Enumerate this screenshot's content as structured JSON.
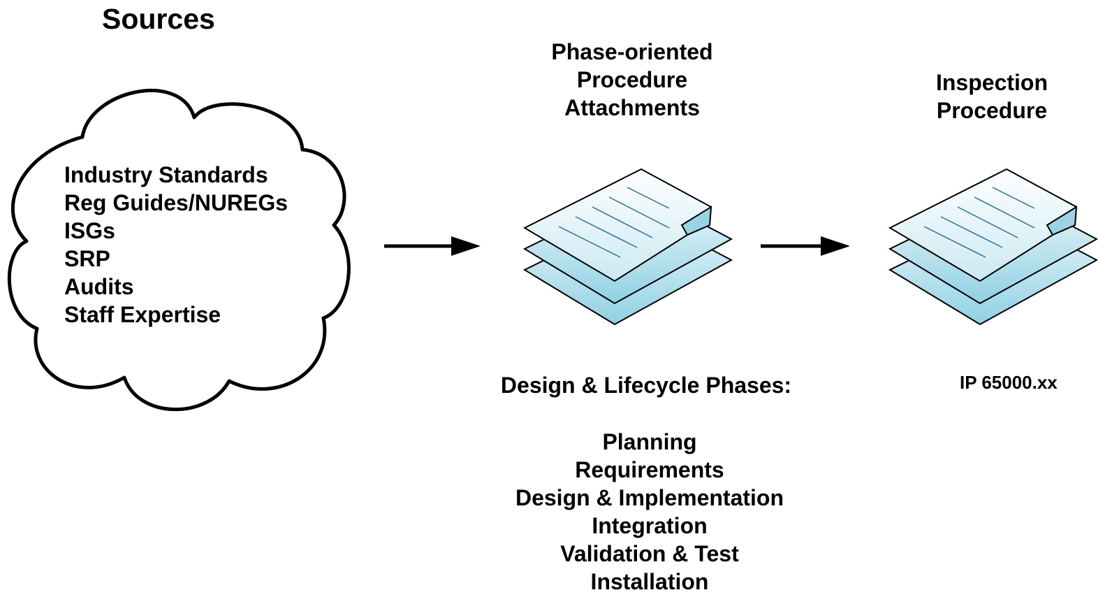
{
  "sources": {
    "title": "Sources",
    "items": [
      "Industry Standards",
      "Reg Guides/NUREGs",
      "ISGs",
      "SRP",
      "Audits",
      "Staff Expertise"
    ]
  },
  "attachments": {
    "heading_lines": [
      "Phase-oriented",
      "Procedure",
      "Attachments"
    ],
    "icon": "document-stack-icon"
  },
  "phases": {
    "title": "Design & Lifecycle Phases:",
    "items": [
      "Planning",
      "Requirements",
      "Design & Implementation",
      "Integration",
      "Validation & Test",
      "Installation"
    ]
  },
  "inspection": {
    "heading_lines": [
      "Inspection",
      "Procedure"
    ],
    "number": "IP 65000.xx",
    "icon": "document-stack-icon"
  },
  "colors": {
    "doc_fill_light": "#eaf6fa",
    "doc_fill_dark": "#8fd0e3",
    "outline": "#000000",
    "arrow": "#000000"
  }
}
